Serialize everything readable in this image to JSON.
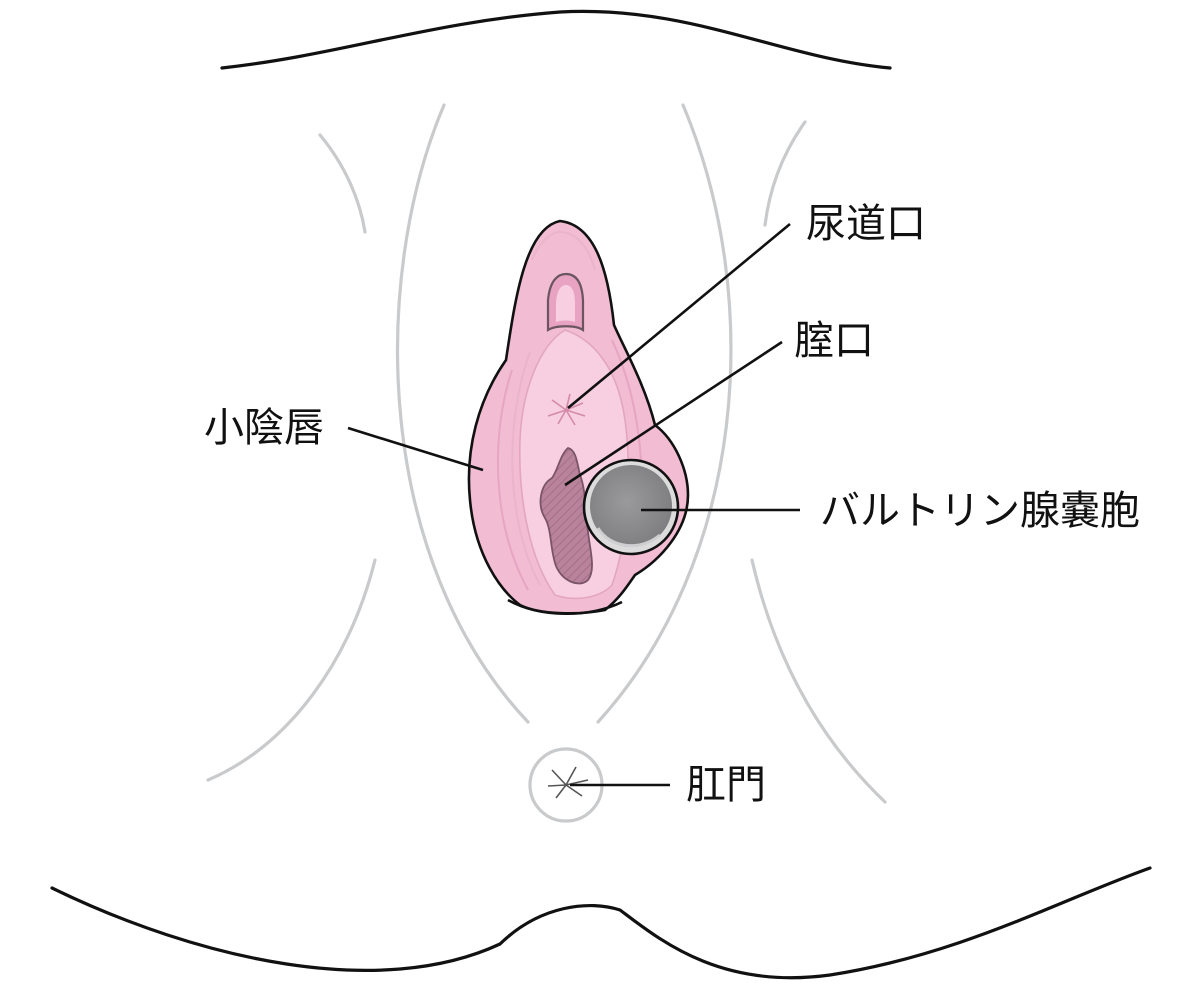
{
  "labels": {
    "urethral_opening": "尿道口",
    "vaginal_opening": "腟口",
    "labia_minora": "小陰唇",
    "bartholin_cyst": "バルトリン腺嚢胞",
    "anus": "肛門"
  },
  "colors": {
    "labia_outer": "#f2bcd3",
    "labia_inner": "#f7cfe0",
    "labia_deep": "#e8a3c2",
    "vaginal_opening": "#b9839c",
    "cyst": "#8d8d8f",
    "cyst_ring": "#c8c8ca",
    "skin_fold": "#c9cacc",
    "outline": "#111111"
  }
}
